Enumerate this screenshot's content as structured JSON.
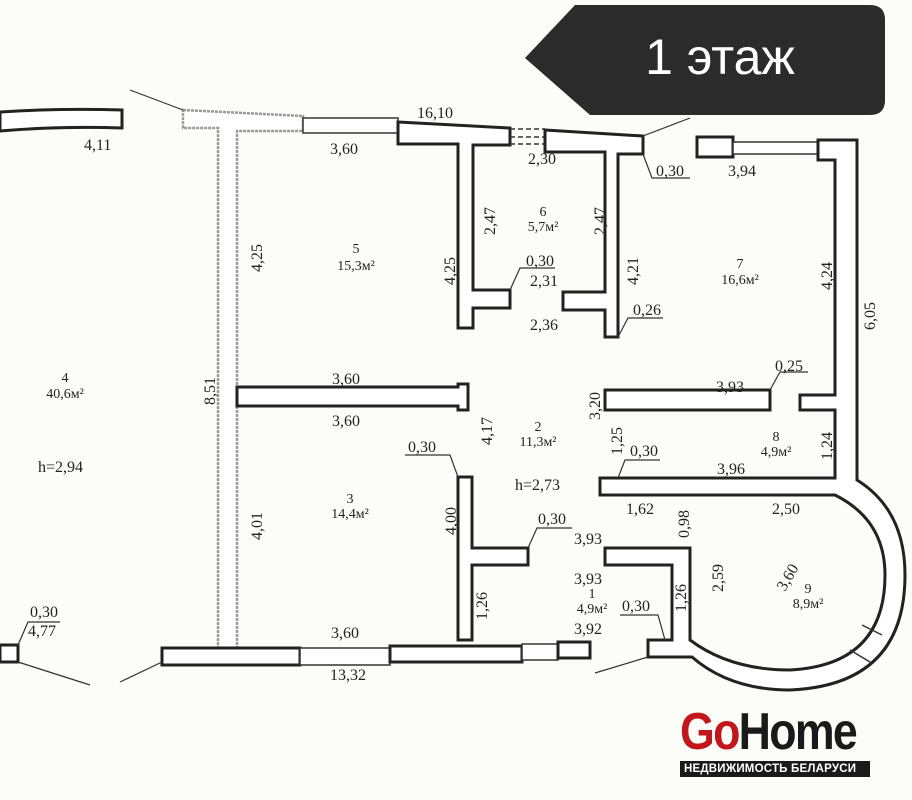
{
  "banner": {
    "floor_label": "1 этаж",
    "color": "#2b2b2b"
  },
  "logo": {
    "go": "Go",
    "home": "Home",
    "subtitle": "НЕДВИЖИМОСТЬ БЕЛАРУСИ",
    "go_color": "#c3161c"
  },
  "rooms": [
    {
      "number": "4",
      "area": "40,6м²"
    },
    {
      "number": "5",
      "area": "15,3м²"
    },
    {
      "number": "6",
      "area": "5,7м²"
    },
    {
      "number": "7",
      "area": "16,6м²"
    },
    {
      "number": "2",
      "area": "11,3м²"
    },
    {
      "number": "8",
      "area": "4,9м²"
    },
    {
      "number": "3",
      "area": "14,4м²"
    },
    {
      "number": "1",
      "area": "4,9м²"
    },
    {
      "number": "9",
      "area": "8,9м²"
    }
  ],
  "dims": [
    "4,11",
    "16,10",
    "3,60",
    "2,30",
    "0,30",
    "3,94",
    "2,47",
    "2,47",
    "4,25",
    "4,25",
    "0,30",
    "2,31",
    "4,21",
    "4,24",
    "6,05",
    "2,36",
    "0,26",
    "8,51",
    "3,60",
    "3,60",
    "0,25",
    "3,93",
    "3,20",
    "4,17",
    "0,30",
    "1,25",
    "0,30",
    "1,24",
    "3,96",
    "h=2,94",
    "h=2,73",
    "4,01",
    "4,00",
    "1,62",
    "0,98",
    "2,50",
    "0,30",
    "3,93",
    "2,59",
    "3,60",
    "3,93",
    "1,26",
    "1,26",
    "0,30",
    "0,30",
    "4,77",
    "3,60",
    "3,92",
    "13,32"
  ]
}
